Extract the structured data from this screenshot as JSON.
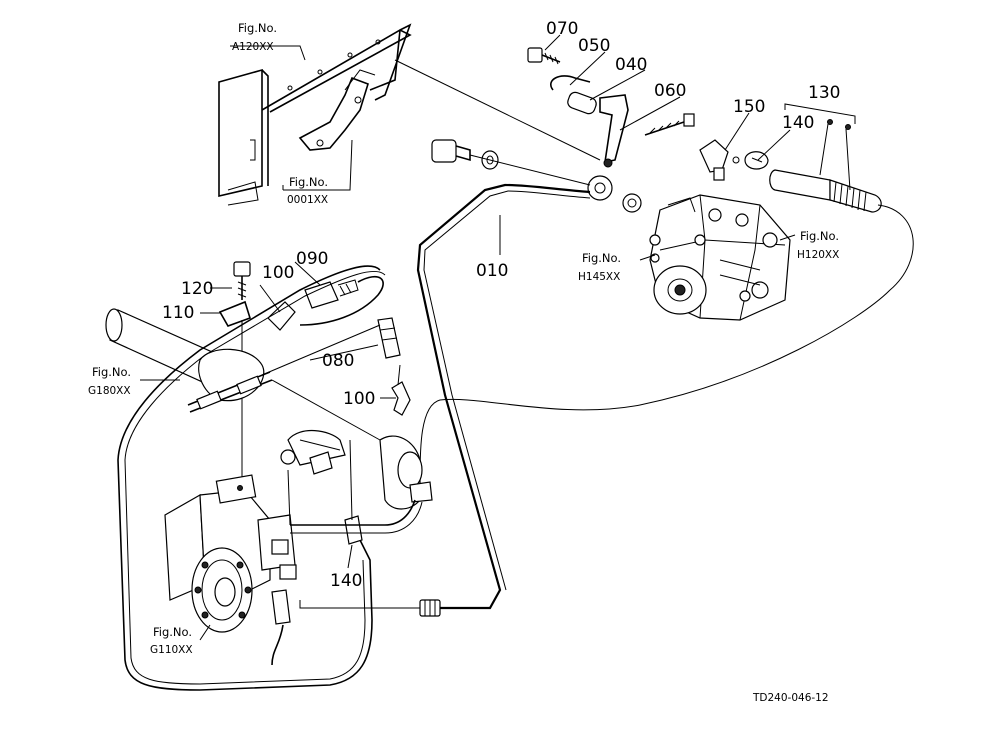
{
  "callouts": {
    "p010": "010",
    "p040": "040",
    "p050": "050",
    "p060": "060",
    "p070": "070",
    "p080": "080",
    "p090": "090",
    "p100a": "100",
    "p100b": "100",
    "p110": "110",
    "p120": "120",
    "p130": "130",
    "p140a": "140",
    "p140b": "140",
    "p150": "150"
  },
  "fig_refs": {
    "a120": {
      "label": "Fig.No.",
      "code": "A120XX"
    },
    "r0001": {
      "label": "Fig.No.",
      "code": "0001XX"
    },
    "h145": {
      "label": "Fig.No.",
      "code": "H145XX"
    },
    "h120": {
      "label": "Fig.No.",
      "code": "H120XX"
    },
    "g180": {
      "label": "Fig.No.",
      "code": "G180XX"
    },
    "g110": {
      "label": "Fig.No.",
      "code": "G110XX"
    }
  },
  "drawing_code": "TD240-046-12"
}
